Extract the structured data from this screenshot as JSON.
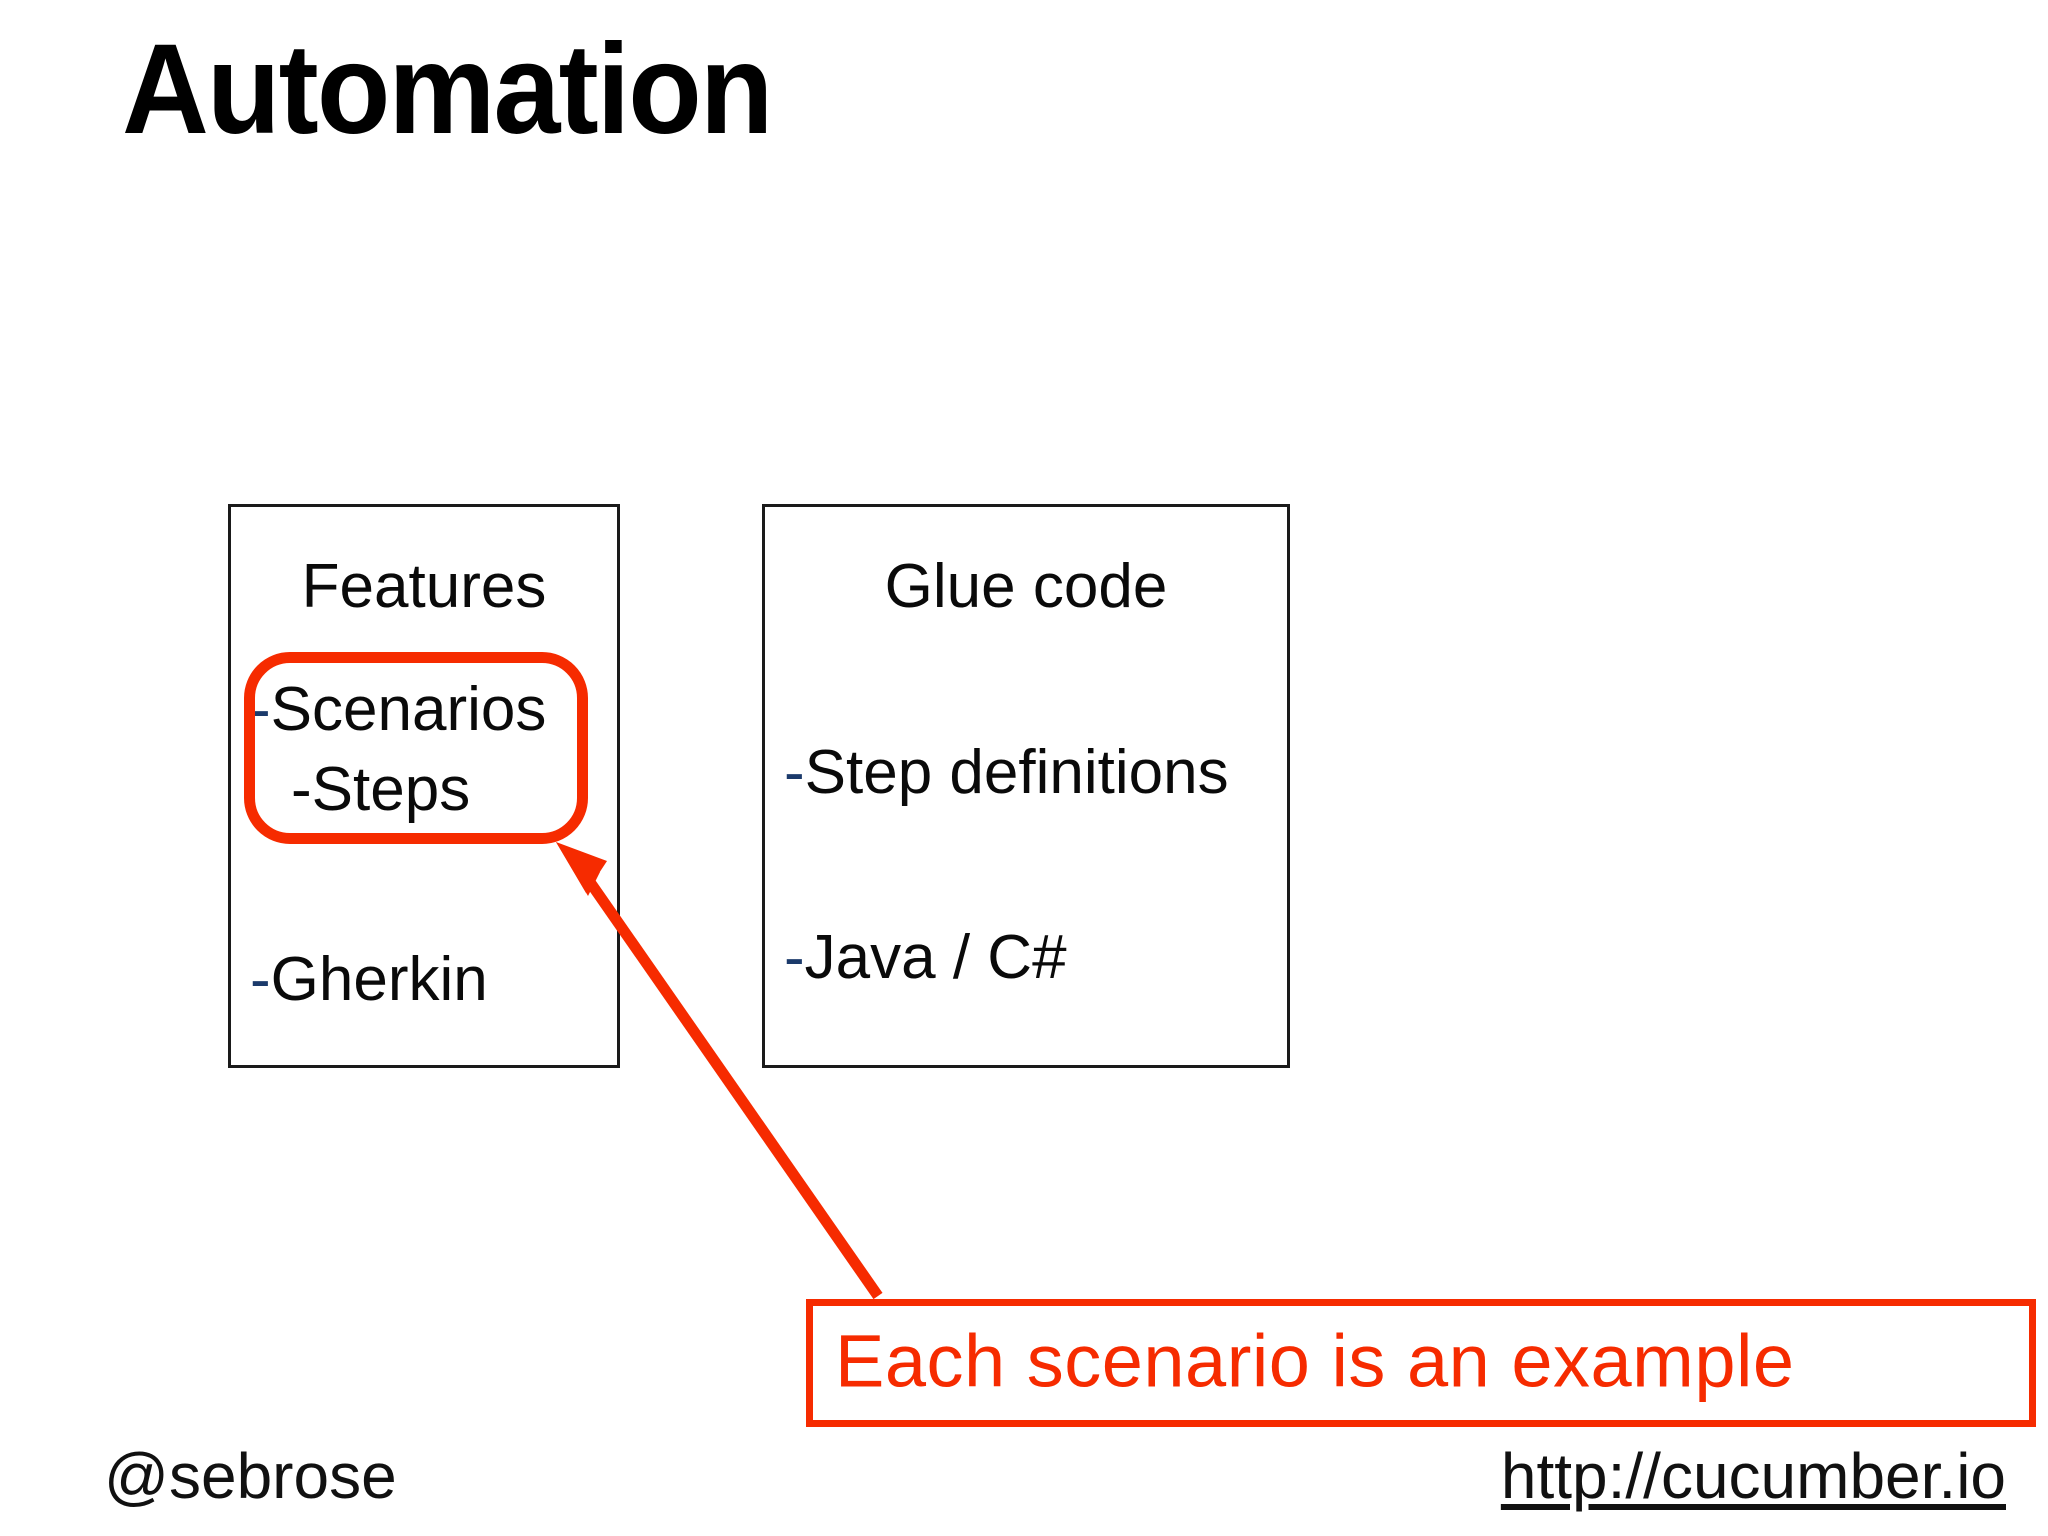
{
  "slide": {
    "title": "Automation",
    "background_color": "#ffffff",
    "accent_red": "#F62B00",
    "bullet_dash_color": "#1b3a6b",
    "text_color": "#000000"
  },
  "diagram": {
    "boxes": [
      {
        "id": "features",
        "title": "Features",
        "items": [
          {
            "dash": "-",
            "label": "Scenarios"
          },
          {
            "dash": "-",
            "label": "Steps"
          },
          {
            "dash": "-",
            "label": "Gherkin"
          }
        ]
      },
      {
        "id": "glue-code",
        "title": "Glue code",
        "items": [
          {
            "dash": "-",
            "label": "Step definitions"
          },
          {
            "dash": "-",
            "label": "Java / C#"
          }
        ]
      }
    ]
  },
  "annotation": {
    "highlight_target": "Scenarios / Steps",
    "callout_text": "Each scenario is an example",
    "arrow_label": "arrow-to-scenarios-highlight"
  },
  "footer": {
    "handle": "@sebrose",
    "url": "http://cucumber.io"
  }
}
